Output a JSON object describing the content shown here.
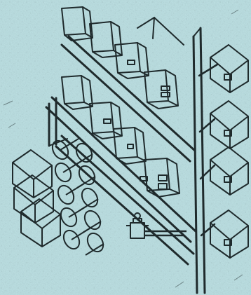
{
  "scene": {
    "background_color": "#bfe3e6",
    "ink_color": "#1f2a2c",
    "paper_noise": true
  },
  "diagram": {
    "type": "piping-distribution-illustration",
    "tanks": {
      "count": 5,
      "kind": "horizontal-cylinder"
    },
    "houses_on_right": {
      "count": 4
    },
    "buildings_left_cluster": {
      "count": 8
    },
    "storage_blocks_left": {
      "count": 3
    },
    "valve_node": {
      "present": true
    }
  }
}
